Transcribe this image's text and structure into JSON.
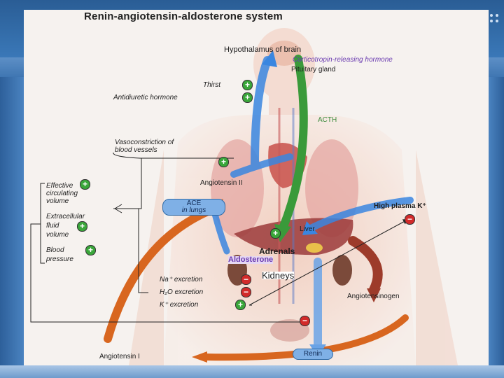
{
  "diagram": {
    "title": "Renin-angiotensin-aldosterone system",
    "labels": {
      "hypothalamus": "Hypothalamus of brain",
      "crh": "Corticotropin-releasing hormone",
      "pituitary": "Pituitary gland",
      "thirst": "Thirst",
      "adh": "Antidiuretic hormone",
      "acth": "ACTH",
      "vasoconstriction_1": "Vasoconstriction of",
      "vasoconstriction_2": "blood vessels",
      "effective_1": "Effective",
      "effective_2": "circulating",
      "effective_3": "volume",
      "extracellular_1": "Extracellular",
      "extracellular_2": "fluid",
      "extracellular_3": "volume",
      "bp_1": "Blood",
      "bp_2": "pressure",
      "angiotensin_ii": "Angiotensin II",
      "ace_1": "ACE",
      "ace_2": "in lungs",
      "high_k": "High plasma K⁺",
      "liver": "Liver",
      "adrenals": "Adrenals",
      "aldosterone": "Aldosterone",
      "kidneys": "Kidneys",
      "na_excretion": "Na⁺ excretion",
      "h2o_excretion": "H₂O excretion",
      "k_excretion": "K⁺ excretion",
      "angiotensinogen": "Angiotensinogen",
      "renin": "Renin",
      "angiotensin_i": "Angiotensin I"
    },
    "signs": {
      "plus": "+",
      "minus": "−"
    }
  }
}
